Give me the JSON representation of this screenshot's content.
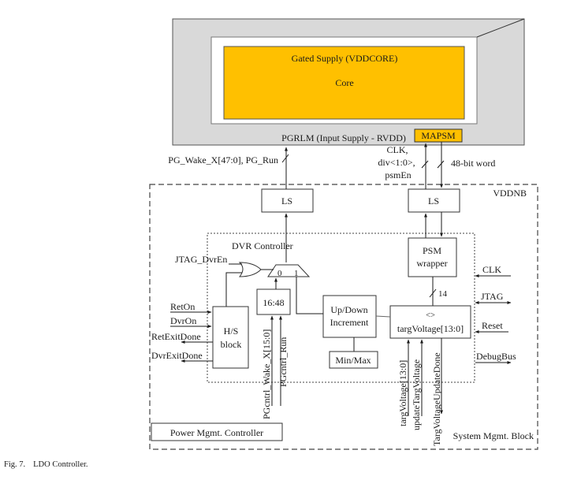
{
  "colors": {
    "outer_block_fill": "#d9d9d9",
    "core_fill": "#ffc000",
    "mapsm_fill": "#ffc000",
    "line": "#1a1a1a",
    "background": "#ffffff"
  },
  "outer_block": {
    "label": "PGRLM (Input Supply - RVDD)"
  },
  "core": {
    "title": "Gated Supply (VDDCORE)",
    "label": "Core"
  },
  "mapsm": {
    "label": "MAPSM"
  },
  "signals_top": {
    "pg_wake": "PG_Wake_X[47:0], PG_Run",
    "clk_line1": "CLK,",
    "clk_line2": "div<1:0>,",
    "clk_line3": "psmEn",
    "word": "48-bit word"
  },
  "vddnb": {
    "label": "VDDNB"
  },
  "ls_left": {
    "label": "LS"
  },
  "ls_right": {
    "label": "LS"
  },
  "dvr": {
    "label": "DVR Controller"
  },
  "psm_wrapper": {
    "line1": "PSM",
    "line2": "wrapper"
  },
  "bus_width_14": "14",
  "jtag_dvren": "JTAG_DvrEn",
  "mux": {
    "in0": "0",
    "in1": "1"
  },
  "expander": {
    "label": "16:48"
  },
  "updown": {
    "line1": "Up/Down",
    "line2": "Increment"
  },
  "minmax": {
    "label": "Min/Max"
  },
  "targ_reg": {
    "symbol": "<>",
    "label": "targVoltage[13:0]"
  },
  "hs_block": {
    "line1": "H/S",
    "line2": "block"
  },
  "left_signals": [
    "RetOn",
    "DvrOn",
    "RetExitDone",
    "DvrExitDone"
  ],
  "right_signals": [
    "CLK",
    "JTAG",
    "Reset",
    "DebugBus"
  ],
  "vertical_signals": {
    "pgctrl_wake": "PGcntrl_Wake_X[15:0]",
    "pgctrl_run": "PGcntrl_Run",
    "targ_voltage": "targVoltage[13:0]",
    "update_targ": "updateTargVoltage",
    "targ_done": "TargVoltageUpdateDone"
  },
  "power_mgmt": {
    "label": "Power Mgmt. Controller"
  },
  "system_mgmt": {
    "label": "System Mgmt. Block"
  },
  "caption": {
    "fig": "Fig. 7.",
    "title": "LDO Controller."
  }
}
